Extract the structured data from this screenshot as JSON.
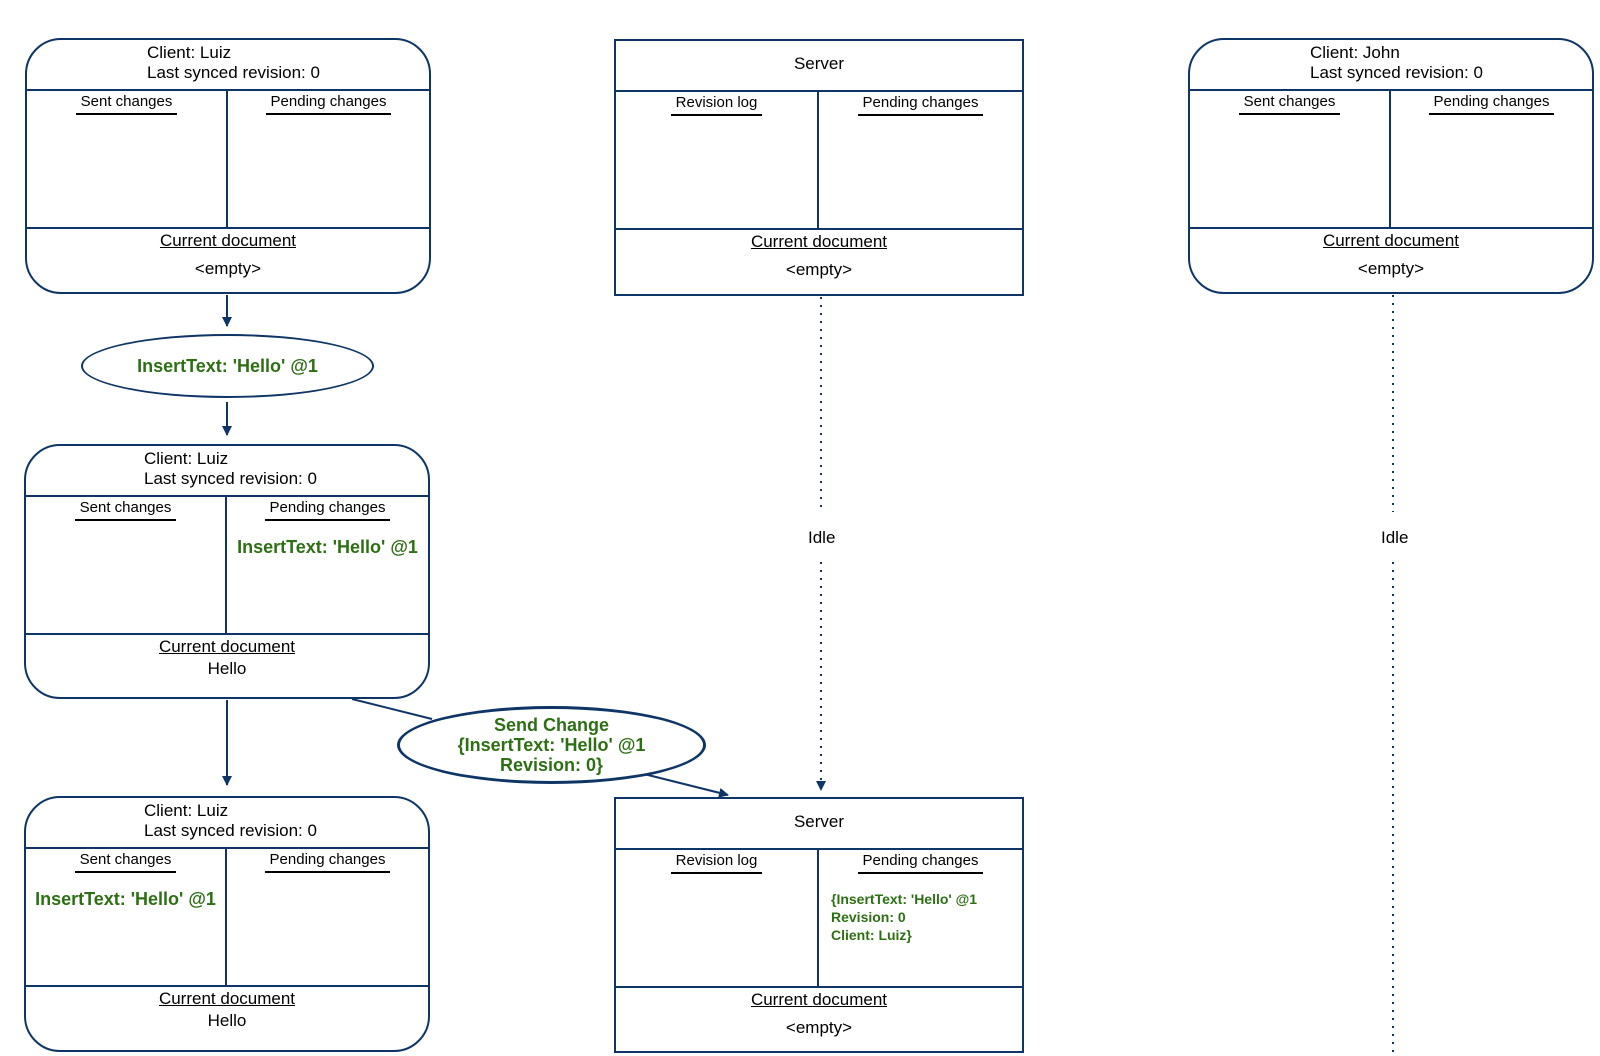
{
  "colors": {
    "border": "#0e3566",
    "change_text": "#2d7014"
  },
  "luiz_1": {
    "title": "Client: Luiz",
    "revision": "Last synced revision: 0",
    "sent_header": "Sent changes",
    "pending_header": "Pending changes",
    "sent_items": "",
    "pending_items": "",
    "doc_header": "Current document",
    "doc_value": "<empty>"
  },
  "server_1": {
    "title": "Server",
    "log_header": "Revision log",
    "pending_header": "Pending changes",
    "doc_header": "Current document",
    "doc_value": "<empty>"
  },
  "john_1": {
    "title": "Client: John",
    "revision": "Last synced revision: 0",
    "sent_header": "Sent changes",
    "pending_header": "Pending changes",
    "doc_header": "Current document",
    "doc_value": "<empty>"
  },
  "edit_op": {
    "label": "InsertText: 'Hello' @1"
  },
  "luiz_2": {
    "title": "Client: Luiz",
    "revision": "Last synced revision: 0",
    "sent_header": "Sent changes",
    "pending_header": "Pending changes",
    "pending_item": "InsertText: 'Hello' @1",
    "doc_header": "Current document",
    "doc_value": "Hello"
  },
  "send_op": {
    "label": "Send Change\n{InsertText: 'Hello' @1\nRevision: 0}"
  },
  "luiz_3": {
    "title": "Client: Luiz",
    "revision": "Last synced revision: 0",
    "sent_header": "Sent changes",
    "pending_header": "Pending changes",
    "sent_item": "InsertText: 'Hello' @1",
    "doc_header": "Current document",
    "doc_value": "Hello"
  },
  "server_2": {
    "title": "Server",
    "log_header": "Revision log",
    "pending_header": "Pending changes",
    "pending_item": "{InsertText: 'Hello' @1\nRevision: 0\nClient: Luiz}",
    "doc_header": "Current document",
    "doc_value": "<empty>"
  },
  "server_idle": "Idle",
  "john_idle": "Idle"
}
